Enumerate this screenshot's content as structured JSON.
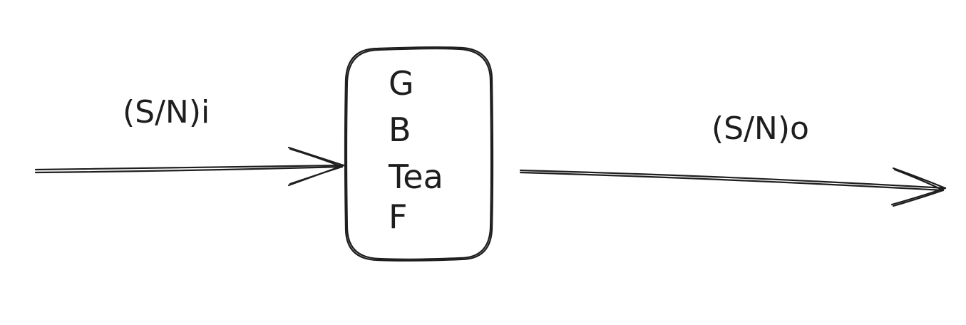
{
  "input_label": "(S/N)i",
  "output_label": "(S/N)o",
  "block": {
    "parameters": [
      "G",
      "B",
      "Tea",
      "F"
    ]
  }
}
